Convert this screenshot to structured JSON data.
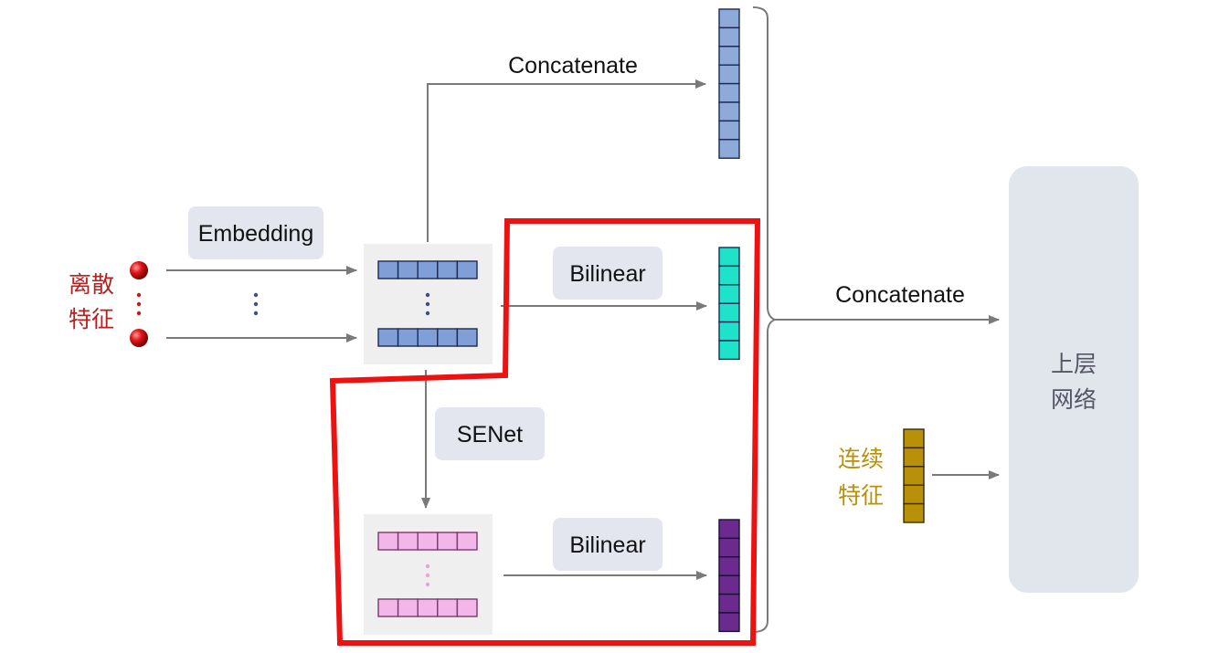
{
  "labels": {
    "concat_top": "Concatenate",
    "concat_right": "Concatenate",
    "embedding": "Embedding",
    "bilinear_top": "Bilinear",
    "bilinear_bottom": "Bilinear",
    "senet": "SENet",
    "discrete_line1": "离散",
    "discrete_line2": "特征",
    "continuous_line1": "连续",
    "continuous_line2": "特征",
    "upper_line1": "上层",
    "upper_line2": "网络"
  },
  "colors": {
    "embedding_vector": "#7f9fd6",
    "bilinear_output": "#1ee3c9",
    "senet_vector": "#f3b6e8",
    "senet_output": "#6a2a8e",
    "concat_output": "#8eaad9",
    "continuous_vector": "#b8900a",
    "highlight_border": "#ee1111",
    "discrete_text": "#b52020",
    "continuous_text": "#b8900a",
    "upper_text": "#555566",
    "label_box": "#e3e6ee",
    "panel": "#efefef",
    "upper_box": "#e1e5ec",
    "arrow": "#7a7a7a"
  },
  "icons": {
    "feature_node": "red-sphere-icon",
    "vertical_ellipsis": "vertical-dots-icon"
  }
}
